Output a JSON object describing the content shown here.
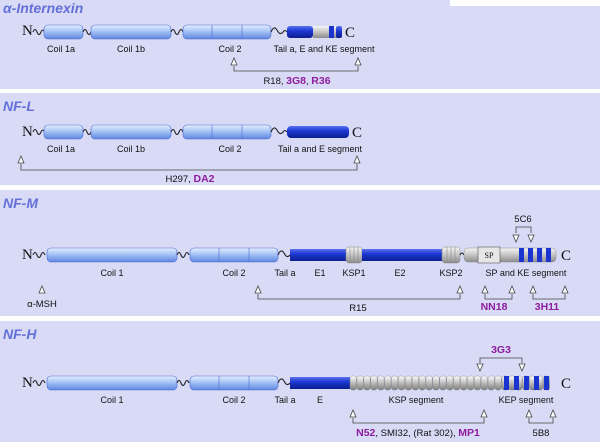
{
  "panels": [
    {
      "title": "α-Internexin",
      "n_label": "N",
      "c_label": "C",
      "domains": [
        "Coil 1a",
        "Coil 1b",
        "Coil 2",
        "Tail a, E and KE segment"
      ],
      "antibodies": [
        {
          "text": "R18, ",
          "highlight": false
        },
        {
          "text": "3G8",
          "highlight": true
        },
        {
          "text": ", ",
          "highlight": false
        },
        {
          "text": "R36",
          "highlight": true
        }
      ]
    },
    {
      "title": "NF-L",
      "n_label": "N",
      "c_label": "C",
      "domains": [
        "Coil 1a",
        "Coil 1b",
        "Coil 2",
        "Tail a and E segment"
      ],
      "antibodies": [
        {
          "text": "H297, ",
          "highlight": false
        },
        {
          "text": "DA2",
          "highlight": true
        }
      ]
    },
    {
      "title": "NF-M",
      "n_label": "N",
      "c_label": "C",
      "domains": [
        "Coil 1",
        "Coil 2",
        "Tail a",
        "E1",
        "KSP1",
        "E2",
        "KSP2",
        "SP and KE segment"
      ],
      "sp_box": "SP",
      "antibodies": {
        "amsh": "α-MSH",
        "r15": "R15",
        "nn18": "NN18",
        "h311": "3H11",
        "c5c6": "5C6"
      }
    },
    {
      "title": "NF-H",
      "n_label": "N",
      "c_label": "C",
      "domains": [
        "Coil 1",
        "Coil 2",
        "Tail a",
        "E",
        "KSP segment",
        "KEP segment"
      ],
      "antibodies": {
        "g3g3": "3G3",
        "b5b8": "5B8",
        "row": [
          {
            "text": "N52",
            "highlight": true
          },
          {
            "text": ", SMI32, (Rat 302), ",
            "highlight": false
          },
          {
            "text": "MP1",
            "highlight": true
          }
        ]
      }
    }
  ],
  "colors": {
    "panel_bg": "#d9daf5",
    "title": "#6470d9",
    "coil_light": "#a8c6f7",
    "tail_dark": "#1a35cf",
    "ksp_grey": "#c6c6c6",
    "antibody_highlight": "#8e1d9e"
  }
}
